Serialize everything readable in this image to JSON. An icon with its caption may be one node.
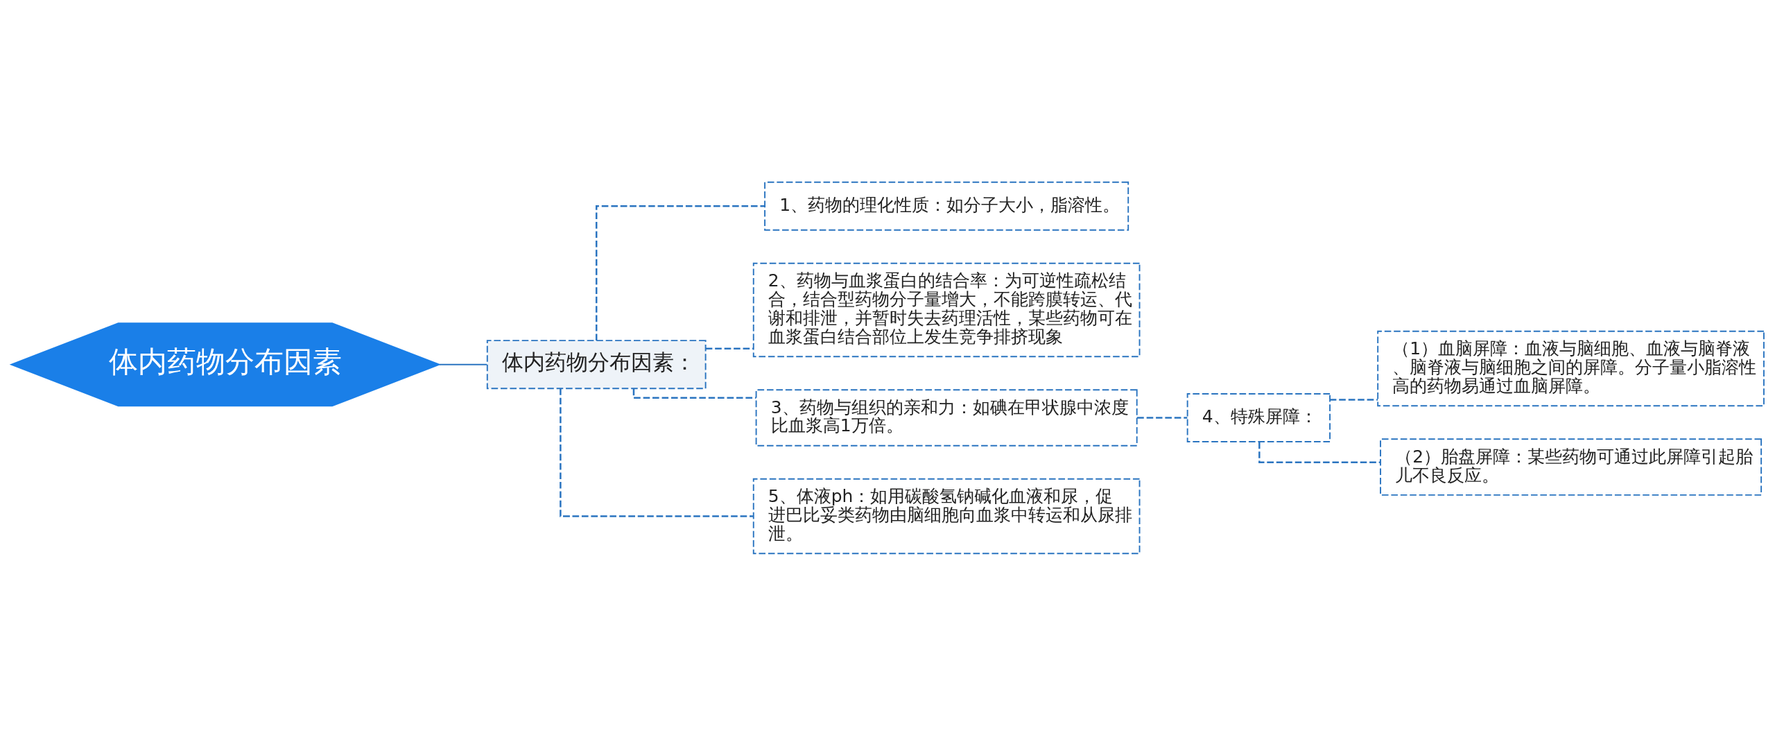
{
  "diagram": {
    "nodes": [
      {
        "text": [
          "体内药物分布因素"
        ]
      },
      {
        "text": [
          "体内药物分布因素："
        ]
      },
      {
        "text": [
          "1、药物的理化性质：如分子大小，脂溶性。"
        ]
      },
      {
        "text": [
          "2、药物与血浆蛋白的结合率：为可逆性疏松结合，结合型药物分子量增大，不能跨膜转运、代谢和排泄，并暂时失去药理活性，某些药物可在血浆蛋白结合部位上发生竞争排挤现象"
        ]
      },
      {
        "text": [
          "3、药物与组织的亲和力：如碘在甲状腺中浓度比血浆高1万倍。"
        ]
      },
      {
        "text": [
          "4、特殊屏障："
        ]
      },
      {
        "text": [
          "（1）血脑屏障：血液与脑细胞、血液与脑脊液、脑脊液与脑细胞之间的屏障。分子量小脂溶性高的药物易通过血脑屏障。"
        ]
      },
      {
        "text": [
          "（2）胎盘屏障：某些药物可通过此屏障引起胎儿不良反应。"
        ]
      },
      {
        "text": [
          "5、体液ph：如用碳酸氢钠碱化血液和尿，促进巴比妥类药物由脑细胞向血浆中转运和从尿排泄。"
        ]
      }
    ],
    "edges": [
      {
        "from": 0,
        "to": 1,
        "arrow": "none"
      },
      {
        "from": 1,
        "to": 2,
        "arrow": "none",
        "style": "dashed"
      },
      {
        "from": 1,
        "to": 3,
        "arrow": "none",
        "style": "dashed"
      },
      {
        "from": 1,
        "to": 4,
        "arrow": "none",
        "style": "dashed"
      },
      {
        "from": 4,
        "to": 5,
        "arrow": "none",
        "style": "dashed"
      },
      {
        "from": 5,
        "to": 6,
        "arrow": "none",
        "style": "dashed"
      },
      {
        "from": 5,
        "to": 7,
        "arrow": "none",
        "style": "dashed"
      },
      {
        "from": 1,
        "to": 8,
        "arrow": "none",
        "style": "dashed"
      }
    ]
  }
}
